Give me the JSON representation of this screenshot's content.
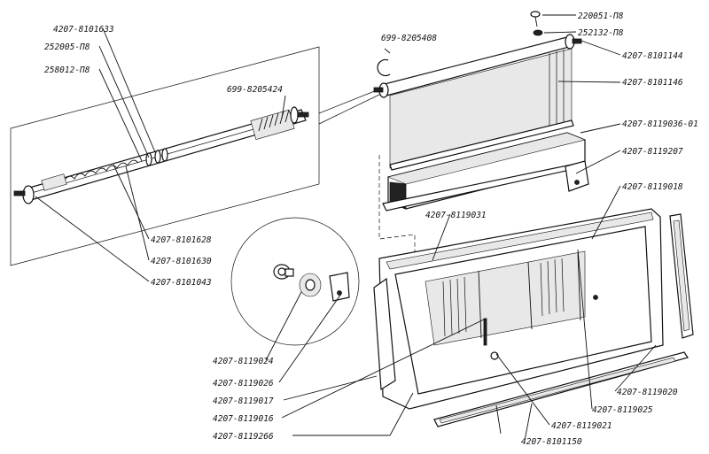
{
  "labels": {
    "l1": "4207-8101633",
    "l2": "252005-П8",
    "l3": "258012-П8",
    "l4": "699-8205408",
    "l5": "699-8205424",
    "l6": "220051-П8",
    "l7": "252132-П8",
    "l8": "4207-8101144",
    "l9": "4207-8101146",
    "l10": "4207-8119036-01",
    "l11": "4207-8119207",
    "l12": "4207-8119018",
    "l13": "4207-8119031",
    "l14": "4207-8101628",
    "l15": "4207-8101630",
    "l16": "4207-8101043",
    "l17": "4207-8119024",
    "l18": "4207-8119026",
    "l19": "4207-8119017",
    "l20": "4207-8119016",
    "l21": "4207-8119266",
    "l22": "4207-8119020",
    "l23": "4207-8119025",
    "l24": "4207-8119021",
    "l25": "4207-8101150"
  }
}
